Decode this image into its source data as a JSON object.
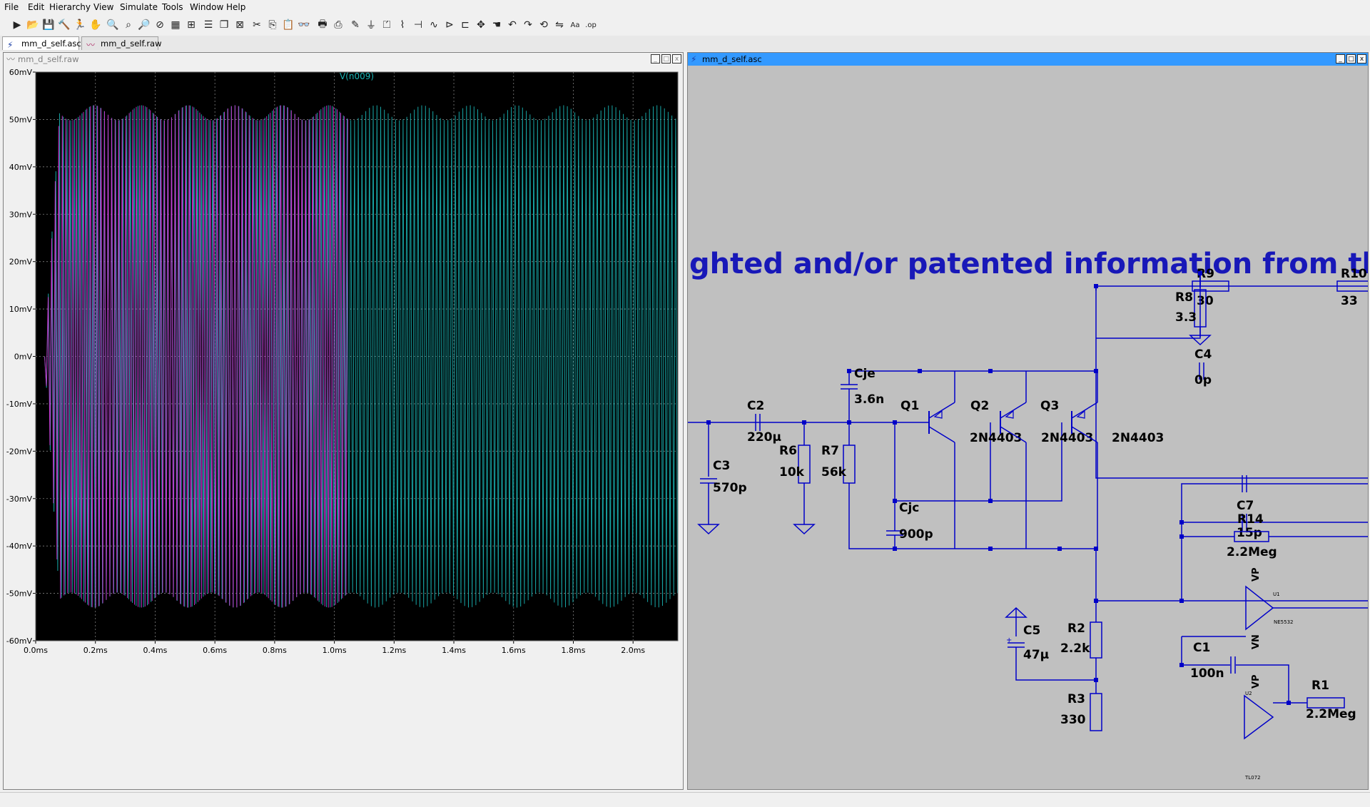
{
  "menu": [
    "File",
    "Edit",
    "Hierarchy",
    "View",
    "Simulate",
    "Tools",
    "Window",
    "Help"
  ],
  "toolbar_icons": [
    "new-schematic-icon",
    "open-icon",
    "save-icon",
    "control-panel-icon",
    "run-icon",
    "halt-icon",
    "zoom-in-icon",
    "zoom-to-area-icon",
    "zoom-out-icon",
    "zoom-cancel-icon",
    "autorange-icon",
    "pick-traces-icon",
    "tile-horizontal-icon",
    "cascade-icon",
    "close-all-icon",
    "cut-icon",
    "copy-icon",
    "paste-icon",
    "find-icon",
    "print-icon",
    "print-preview-icon",
    "draw-wire-icon",
    "ground-icon",
    "label-net-icon",
    "resistor-icon",
    "capacitor-icon",
    "inductor-icon",
    "diode-icon",
    "component-icon",
    "move-icon",
    "drag-icon",
    "undo-icon",
    "redo-icon",
    "rotate-icon",
    "mirror-icon",
    "text-icon",
    "spice-directive-icon"
  ],
  "tabs": [
    {
      "label": "mm_d_self.asc",
      "icon": "schematic-icon",
      "active": true
    },
    {
      "label": "mm_d_self.raw",
      "icon": "waveform-icon",
      "active": false
    }
  ],
  "plot_window": {
    "title": "mm_d_self.raw",
    "icon": "waveform-icon",
    "buttons": [
      "_",
      "□",
      "x"
    ]
  },
  "schem_window": {
    "title": "mm_d_self.asc",
    "icon": "schematic-icon",
    "buttons": [
      "_",
      "□",
      "x"
    ]
  },
  "colors": {
    "plot_bg": "#000000",
    "trace_cyan": "#19b4b4",
    "trace_magenta": "#d030d0",
    "schem_bg": "#c0c0c0",
    "wire": "#0000c8",
    "title_active": "#3399ff"
  },
  "chart_data": {
    "type": "line",
    "title": "V(n009)",
    "xlabel": "",
    "ylabel": "",
    "xlim": [
      0,
      2.15
    ],
    "ylim": [
      -60,
      60
    ],
    "x_ticks": [
      "0.0ms",
      "0.2ms",
      "0.4ms",
      "0.6ms",
      "0.8ms",
      "1.0ms",
      "1.2ms",
      "1.4ms",
      "1.6ms",
      "1.8ms",
      "2.0ms"
    ],
    "y_ticks": [
      "60mV",
      "50mV",
      "40mV",
      "30mV",
      "20mV",
      "10mV",
      "0mV",
      "-10mV",
      "-20mV",
      "-30mV",
      "-40mV",
      "-50mV",
      "-60mV"
    ],
    "grid": true,
    "series": [
      {
        "name": "V(n009)",
        "color": "#19b4b4",
        "x_start_ms": 0.03,
        "x_end_ms": 2.15,
        "amplitude_mV": 53
      },
      {
        "color": "#d030d0",
        "x_start_ms": 0.03,
        "x_end_ms": 1.05,
        "amplitude_mV": 53
      }
    ]
  },
  "schematic": {
    "banner": "ghted and/or patented information from third pa",
    "components": [
      {
        "name": "R9",
        "value": "30"
      },
      {
        "name": "R10",
        "value": "33"
      },
      {
        "name": "R8",
        "value": "3.3"
      },
      {
        "name": "C4",
        "value": "0p"
      },
      {
        "name": "Cje",
        "value": "3.6n"
      },
      {
        "name": "C2",
        "value": "220µ"
      },
      {
        "name": "Q1",
        "value": "2N4403"
      },
      {
        "name": "Q2",
        "value": "2N4403"
      },
      {
        "name": "Q3",
        "value": "2N4403"
      },
      {
        "name": "C3",
        "value": "570p"
      },
      {
        "name": "R6",
        "value": "10k"
      },
      {
        "name": "R7",
        "value": "56k"
      },
      {
        "name": "C7",
        "value": "15p"
      },
      {
        "name": "Cjc",
        "value": "900p"
      },
      {
        "name": "R14",
        "value": "2.2Meg"
      },
      {
        "name": "C5",
        "value": "47µ"
      },
      {
        "name": "R2",
        "value": "2.2k"
      },
      {
        "name": "C1",
        "value": "100n"
      },
      {
        "name": "R3",
        "value": "330"
      },
      {
        "name": "R1",
        "value": "2.2Meg"
      }
    ],
    "opamps": [
      {
        "ref": "U1",
        "model": "NE5532"
      },
      {
        "ref": "U2",
        "model": "TL072"
      }
    ],
    "pins": {
      "vp": "VP",
      "vn": "VN",
      "plus": "+",
      "minus": "-"
    }
  }
}
